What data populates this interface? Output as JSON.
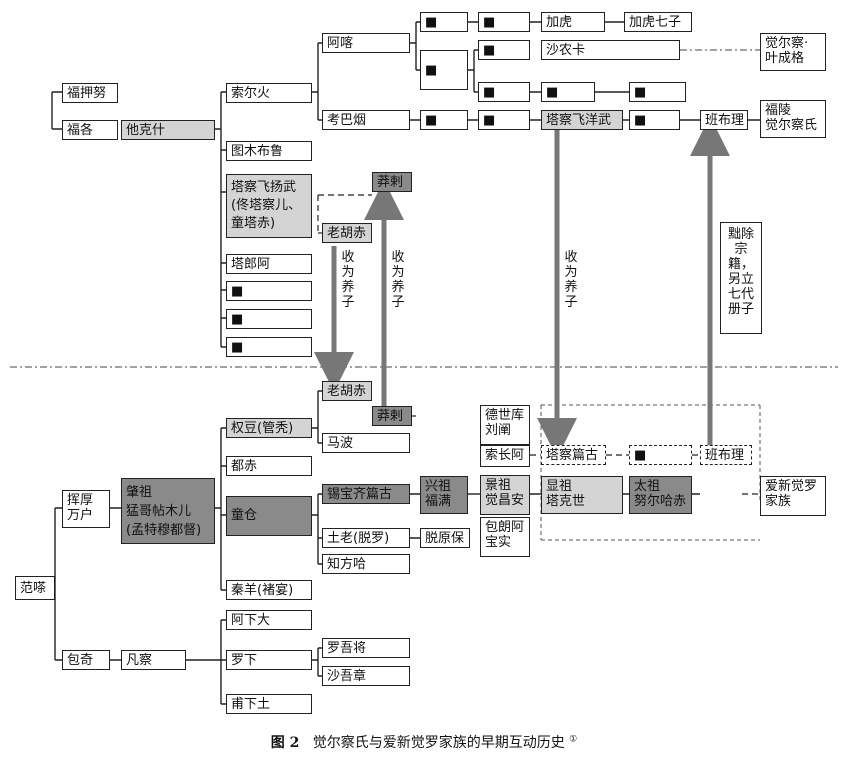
{
  "caption": {
    "label": "图 2",
    "text": "觉尔察氏与爱新觉罗家族的早期互动历史",
    "note_mark": "①"
  },
  "arrow_labels": {
    "adopt_1": "收为养子",
    "adopt_2": "收为养子",
    "adopt_3": "收为养子",
    "reinstate": "黜除宗籍，另立七代册子"
  },
  "nodes": {
    "fuyawu": "福押努",
    "fuge": "福各",
    "takeshi": "他克什",
    "suoerhuo": "索尔火",
    "amu": "阿喀",
    "kaobayan": "考巴烟",
    "jiahu": "加虎",
    "jiahu_qizi": "加虎七子",
    "shanongka": "沙农卡",
    "jueerchai_yechengge_1": "觉尔察·",
    "jueerchai_yechengge_2": "叶成格",
    "tacha_feiyangwu_top": "塔察飞洋武",
    "banbuli_top": "班布理",
    "fuling_1": "福陵",
    "fuling_2": "觉尔察氏",
    "tumubulu": "图木布鲁",
    "tacha_feiyangwu_1": "塔察飞扬武",
    "tacha_feiyangwu_2": "(佟塔察儿、",
    "tacha_feiyangwu_3": "童塔赤)",
    "taluna": "塔郎阿",
    "manci_top": "莽剌",
    "laohuchi_top": "老胡赤",
    "laohuchi_bottom": "老胡赤",
    "manci_bottom": "莽剌",
    "quandou": "权豆(管秃)",
    "mabo": "马波",
    "duchi": "都赤",
    "tongcang": "童仓",
    "xibaoqi": "锡宝齐篇古",
    "tulao": "土老(脱罗)",
    "tuoyuanbao": "脱原保",
    "zhifangha": "知方哈",
    "qinyang": "秦羊(褚宴)",
    "xingzu_1": "兴祖",
    "xingzu_2": "福满",
    "zhaozu_1": "肇祖",
    "zhaozu_2": "猛哥帖木儿",
    "zhaozu_3": "(孟特穆都督)",
    "huihou_1": "挥厚",
    "huihou_2": "万户",
    "fanca": "范嗏",
    "baoqi": "包奇",
    "fancha": "凡察",
    "axiada": "阿下大",
    "luoxia": "罗下",
    "luowujiang": "罗吾将",
    "shawuzhang": "沙吾章",
    "puxiatu": "甫下土",
    "deshiku": "德世库",
    "liuchan": "刘阐",
    "suochanga": "索长阿",
    "jingzu": "景祖",
    "juechangan": "觉昌安",
    "baolanga": "包朗阿",
    "baoshi": "宝实",
    "tacha_piangu": "塔察篇古",
    "banbuli_bottom": "班布理",
    "xianzu_1": "显祖",
    "xianzu_2": "塔克世",
    "taizu_1": "太祖",
    "taizu_2": "努尔哈赤",
    "aixinjueluo_1": "爱新觉罗",
    "aixinjueluo_2": "家族",
    "unknown": "■"
  }
}
